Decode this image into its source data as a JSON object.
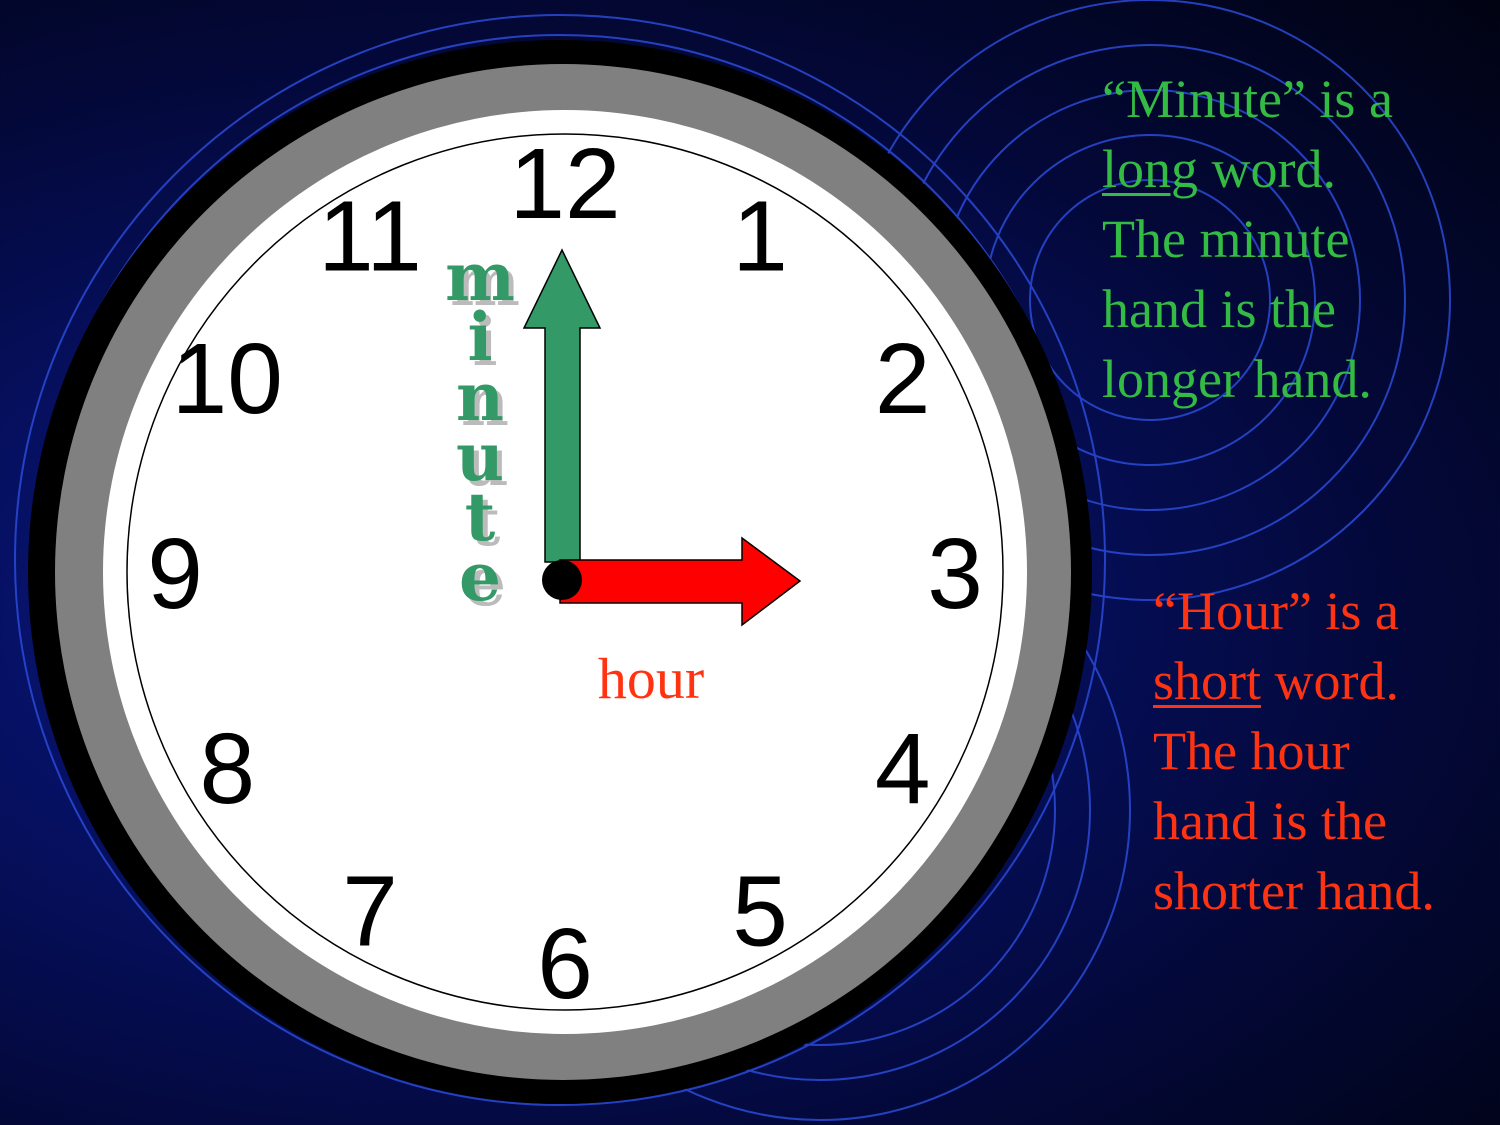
{
  "clock": {
    "numerals": [
      "12",
      "1",
      "2",
      "3",
      "4",
      "5",
      "6",
      "7",
      "8",
      "9",
      "10",
      "11"
    ],
    "minute_hand_label": "minute",
    "hour_hand_label": "hour",
    "time_shown": "3:00",
    "hour_hand_color": "#ff0000",
    "minute_hand_color": "#339966"
  },
  "minute_caption": {
    "quote": "“Minute” is a",
    "emphasis": "long",
    "rest": " word.",
    "line3": "The minute",
    "line4": "hand is the",
    "line5": "longer hand.",
    "color": "#33bb44"
  },
  "hour_caption": {
    "quote": "“Hour” is a",
    "emphasis": "short",
    "rest": " word.",
    "line3": "The hour",
    "line4": "hand is the",
    "line5": "shorter hand.",
    "color": "#ff3311"
  }
}
